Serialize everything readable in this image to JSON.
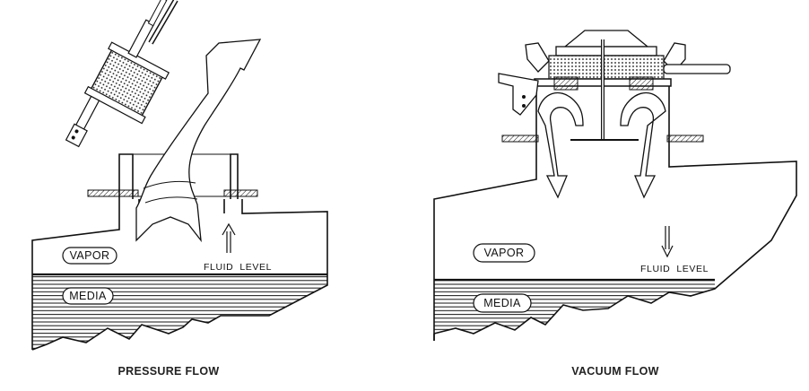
{
  "left_panel": {
    "caption": "PRESSURE FLOW",
    "vapor_label": "VAPOR",
    "media_label": "MEDIA",
    "fluid_label": "FLUID  LEVEL"
  },
  "right_panel": {
    "caption": "VACUUM FLOW",
    "vapor_label": "VAPOR",
    "media_label": "MEDIA",
    "fluid_label": "FLUID  LEVEL"
  }
}
